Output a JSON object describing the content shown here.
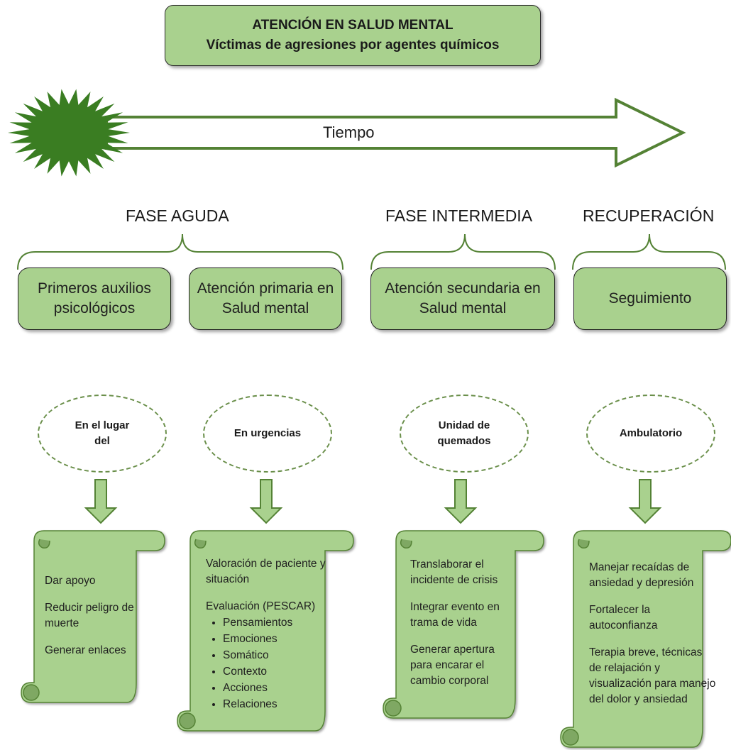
{
  "title": {
    "line1": "ATENCIÓN EN SALUD MENTAL",
    "line2": "Víctimas de agresiones por agentes químicos"
  },
  "timeline": {
    "label": "Tiempo"
  },
  "phases": [
    {
      "name": "FASE AGUDA"
    },
    {
      "name": "FASE INTERMEDIA"
    },
    {
      "name": "RECUPERACIÓN"
    }
  ],
  "boxes": [
    {
      "label": "Primeros auxilios psicológicos"
    },
    {
      "label": "Atención primaria en Salud mental"
    },
    {
      "label": "Atención secundaria en Salud mental"
    },
    {
      "label": "Seguimiento"
    }
  ],
  "settings": [
    {
      "label": "En el lugar del"
    },
    {
      "label": "En urgencias"
    },
    {
      "label": "Unidad de quemados"
    },
    {
      "label": "Ambulatorio"
    }
  ],
  "scrolls": {
    "s1": {
      "items": [
        "Dar apoyo",
        "Reducir peligro de muerte",
        "Generar enlaces"
      ]
    },
    "s2": {
      "intro": "Valoración de paciente y situación",
      "eval_heading": "Evaluación (PESCAR)",
      "bullets": [
        "Pensamientos",
        "Emociones",
        "Somático",
        "Contexto",
        "Acciones",
        "Relaciones"
      ]
    },
    "s3": {
      "items": [
        "Translaborar el incidente de crisis",
        "Integrar evento en trama de vida",
        "Generar apertura para encarar el cambio corporal"
      ]
    },
    "s4": {
      "items": [
        "Manejar recaídas de ansiedad y depresión",
        "Fortalecer la autoconfianza",
        "Terapia breve, técnicas de  relajación y visualización para manejo del dolor  y ansiedad"
      ]
    }
  },
  "colors": {
    "box_fill": "#a9d18e",
    "dark_green": "#4e8a2c",
    "arrow_stroke": "#548235",
    "burst": "#3a7d22",
    "dashed": "#6a8f4a"
  }
}
